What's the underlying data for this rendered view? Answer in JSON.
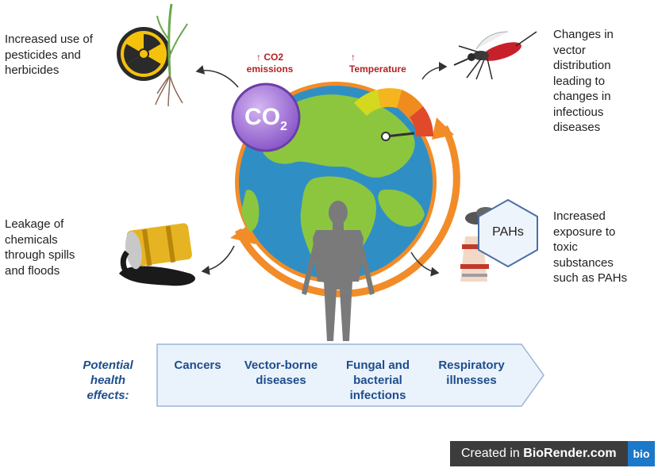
{
  "top_left": {
    "lines": [
      "Increased use of",
      "pesticides and",
      "herbicides"
    ]
  },
  "top_right": {
    "lines": [
      "Changes in",
      "vector",
      "distribution",
      "leading to",
      "changes in",
      "infectious",
      "diseases"
    ]
  },
  "mid_left": {
    "lines": [
      "Leakage of",
      "chemicals",
      "through spills",
      "and floods"
    ]
  },
  "mid_right": {
    "lines": [
      "Increased",
      "exposure to",
      "toxic",
      "substances",
      "such as PAHs"
    ]
  },
  "co2_indicator": {
    "lines": [
      "↑ CO2",
      "emissions"
    ]
  },
  "temp_indicator": {
    "lines": [
      "↑",
      "Temperature"
    ]
  },
  "co2_bubble": {
    "main": "CO",
    "sub": "2"
  },
  "pah_hex": {
    "label": "PAHs"
  },
  "health_effects": {
    "title_lines": [
      "Potential",
      "health",
      "effects:"
    ],
    "items": [
      {
        "lines": [
          "Cancers"
        ]
      },
      {
        "lines": [
          "Vector-borne",
          "diseases"
        ]
      },
      {
        "lines": [
          "Fungal and",
          "bacterial",
          "infections"
        ]
      },
      {
        "lines": [
          "Respiratory",
          "illnesses"
        ]
      }
    ]
  },
  "credit": {
    "prefix": "Created in ",
    "brand": "BioRender.com",
    "logo": "bio"
  },
  "colors": {
    "ocean": "#2f8fc4",
    "land": "#8cc63f",
    "orbit_arrow": "#f28c28",
    "co2_purple": "#9b6bd6",
    "accent_red": "#b22222",
    "effects_blue": "#1e4d8c"
  }
}
